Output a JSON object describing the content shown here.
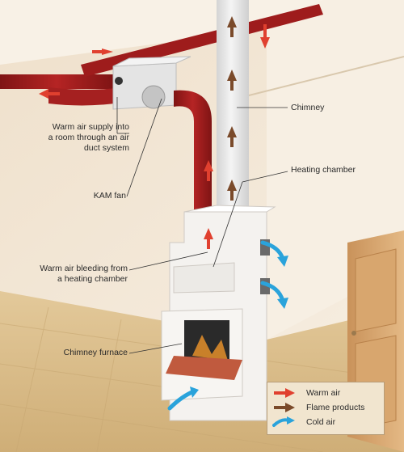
{
  "labels": {
    "warm_air_supply": [
      "Warm air supply into",
      "a room through an air",
      "duct system"
    ],
    "kam_fan": "KAM fan",
    "warm_air_bleeding": [
      "Warm air bleeding from",
      "a heating chamber"
    ],
    "chimney_furnace": "Chimney furnace",
    "chimney": "Chimney",
    "heating_chamber": "Heating chamber"
  },
  "legend": [
    {
      "icon": "warm-air-arrow",
      "label": "Warm air",
      "color": "#e0402f"
    },
    {
      "icon": "flame-products-arrow",
      "label": "Flame products",
      "color": "#7a4a2a"
    },
    {
      "icon": "cold-air-arrow",
      "label": "Cold air",
      "color": "#2aa3db"
    }
  ],
  "colors": {
    "duct": "#9e1c1c",
    "chimney": "#e6e6e6",
    "wall": "#f3e7d6",
    "floor": "#d9bf8f",
    "door": "#dcae78"
  }
}
